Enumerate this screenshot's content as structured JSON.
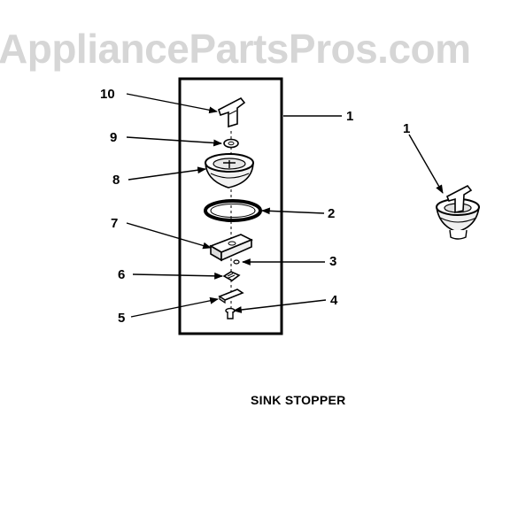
{
  "watermark": "AppliancePartsPros.com",
  "caption": "SINK STOPPER",
  "callouts": {
    "c10": "10",
    "c9": "9",
    "c8": "8",
    "c7": "7",
    "c6": "6",
    "c5": "5",
    "c1_box": "1",
    "c2": "2",
    "c3": "3",
    "c4": "4",
    "c1_assembled": "1"
  }
}
